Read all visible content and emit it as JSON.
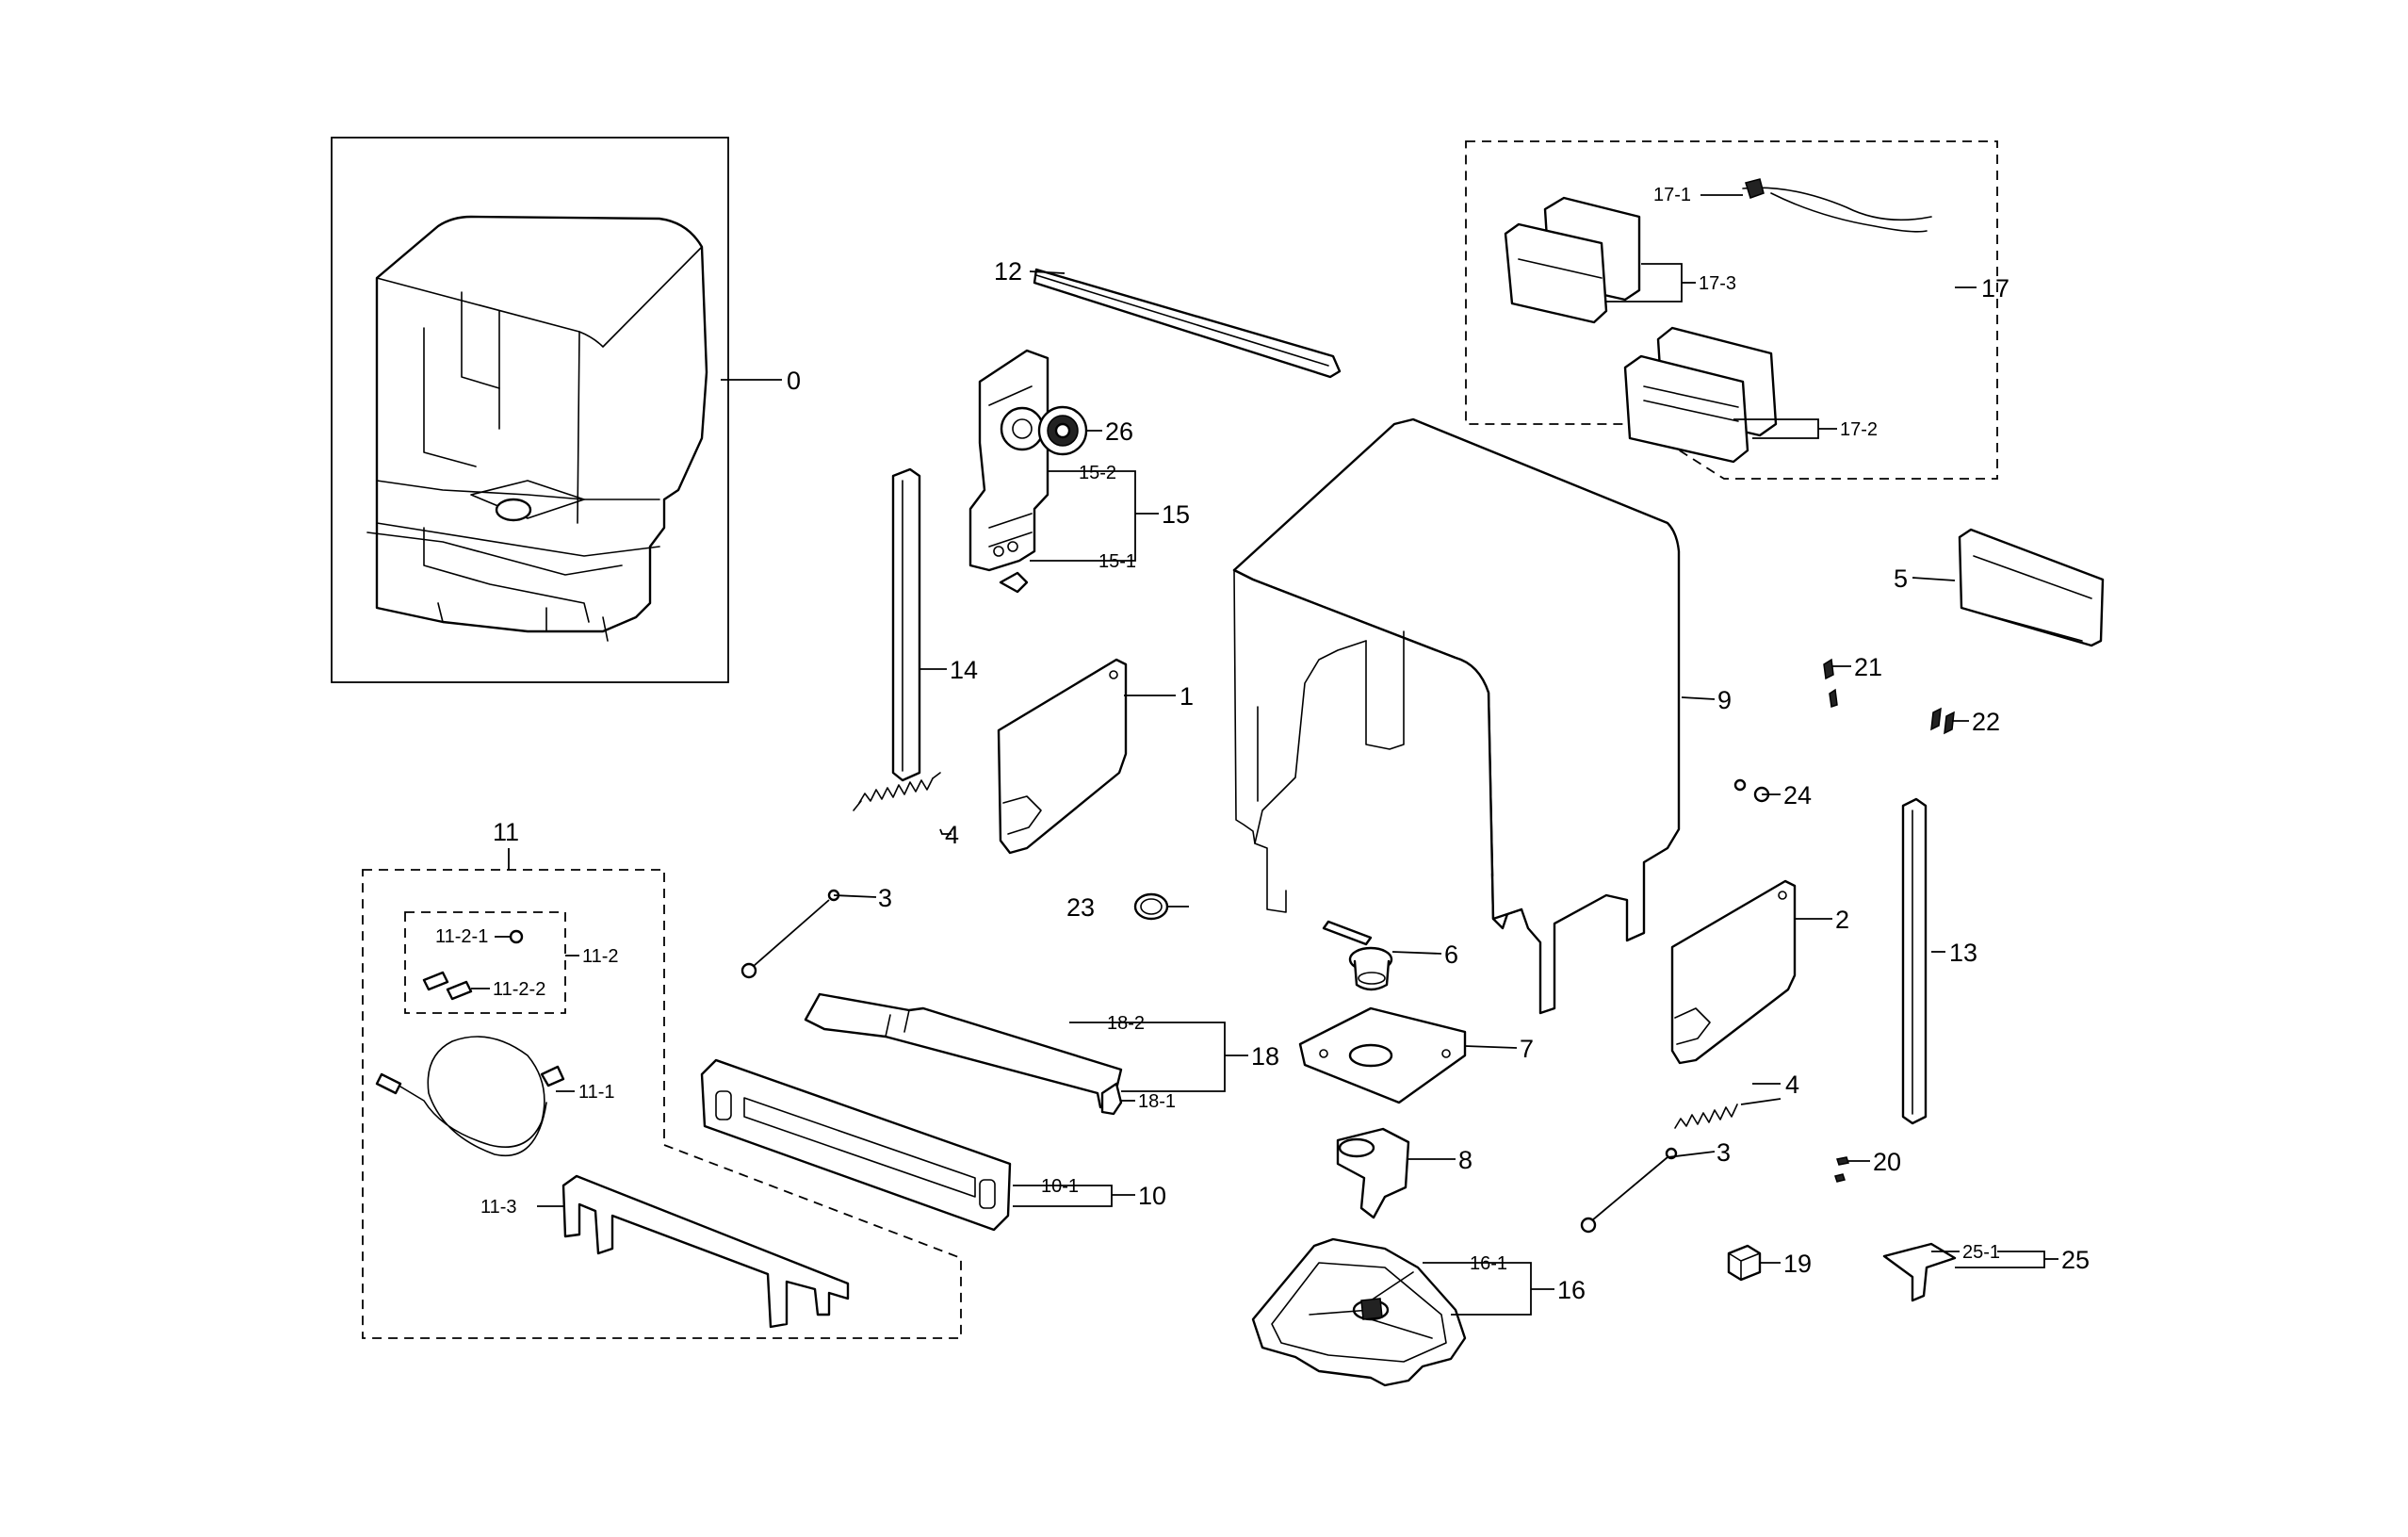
{
  "callouts": {
    "c0": "0",
    "c1": "1",
    "c2": "2",
    "c3a": "3",
    "c3b": "3",
    "c4a": "4",
    "c4b": "4",
    "c5": "5",
    "c6": "6",
    "c7": "7",
    "c8": "8",
    "c9": "9",
    "c10": "10",
    "c10_1": "10-1",
    "c11": "11",
    "c11_1": "11-1",
    "c11_2": "11-2",
    "c11_2_1": "11-2-1",
    "c11_2_2": "11-2-2",
    "c11_3": "11-3",
    "c12": "12",
    "c13": "13",
    "c14": "14",
    "c15": "15",
    "c15_1": "15-1",
    "c15_2": "15-2",
    "c16": "16",
    "c16_1": "16-1",
    "c17": "17",
    "c17_1": "17-1",
    "c17_2": "17-2",
    "c17_3": "17-3",
    "c18": "18",
    "c18_1": "18-1",
    "c18_2": "18-2",
    "c19": "19",
    "c20": "20",
    "c21": "21",
    "c22": "22",
    "c23": "23",
    "c24": "24",
    "c25": "25",
    "c25_1": "25-1",
    "c26": "26"
  }
}
